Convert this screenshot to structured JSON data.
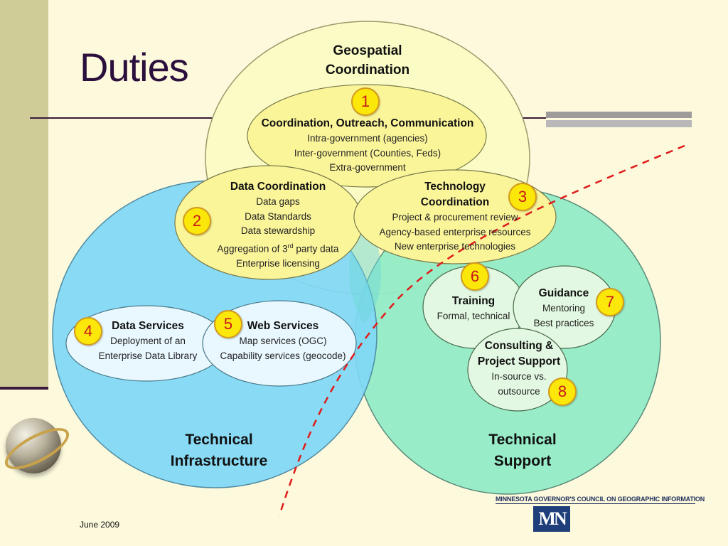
{
  "slide": {
    "title": "Duties",
    "date": "June 2009"
  },
  "logo": {
    "org": "MINNESOTA GOVERNOR'S COUNCIL ON GEOGRAPHIC INFORMATION",
    "mark": "MN"
  },
  "circles": {
    "geo": {
      "title_line1": "Geospatial",
      "title_line2": "Coordination"
    },
    "infra": {
      "title_line1": "Technical",
      "title_line2": "Infrastructure"
    },
    "support": {
      "title_line1": "Technical",
      "title_line2": "Support"
    }
  },
  "duties": {
    "coord": {
      "number": "1",
      "heading": "Coordination, Outreach, Communication",
      "lines": [
        "Intra-government (agencies)",
        "Inter-government (Counties, Feds)",
        "Extra-government"
      ]
    },
    "data_coord": {
      "number": "2",
      "heading": "Data Coordination",
      "lines": [
        "Data gaps",
        "Data Standards",
        "Data stewardship",
        "Aggregation of 3",
        "rd",
        " party data",
        "Enterprise licensing"
      ]
    },
    "tech_coord": {
      "number": "3",
      "heading_line1": "Technology",
      "heading_line2": "Coordination",
      "lines": [
        "Project & procurement review",
        "Agency-based enterprise resources",
        "New enterprise technologies"
      ]
    },
    "data_services": {
      "number": "4",
      "heading": "Data Services",
      "lines": [
        "Deployment of an",
        "Enterprise Data Library"
      ]
    },
    "web_services": {
      "number": "5",
      "heading": "Web Services",
      "lines": [
        "Map services (OGC)",
        "Capability services (geocode)"
      ]
    },
    "training": {
      "number": "6",
      "heading": "Training",
      "lines": [
        "Formal, technical"
      ]
    },
    "guidance": {
      "number": "7",
      "heading": "Guidance",
      "lines": [
        "Mentoring",
        "Best practices"
      ]
    },
    "consulting": {
      "number": "8",
      "heading_line1": "Consulting &",
      "heading_line2": "Project Support",
      "lines": [
        "In-source vs.",
        "outsource"
      ]
    }
  },
  "colors": {
    "geo_fill": "#fbfbc6",
    "infra_fill": "#7fd7f5",
    "support_fill": "#92ecc6",
    "ellipse_fill": "#fbf59a",
    "services_fill": "#e9f8ff",
    "small_fill": "#e2f8e2",
    "divider": "#e01b1b",
    "badge": "#fbe80a"
  }
}
